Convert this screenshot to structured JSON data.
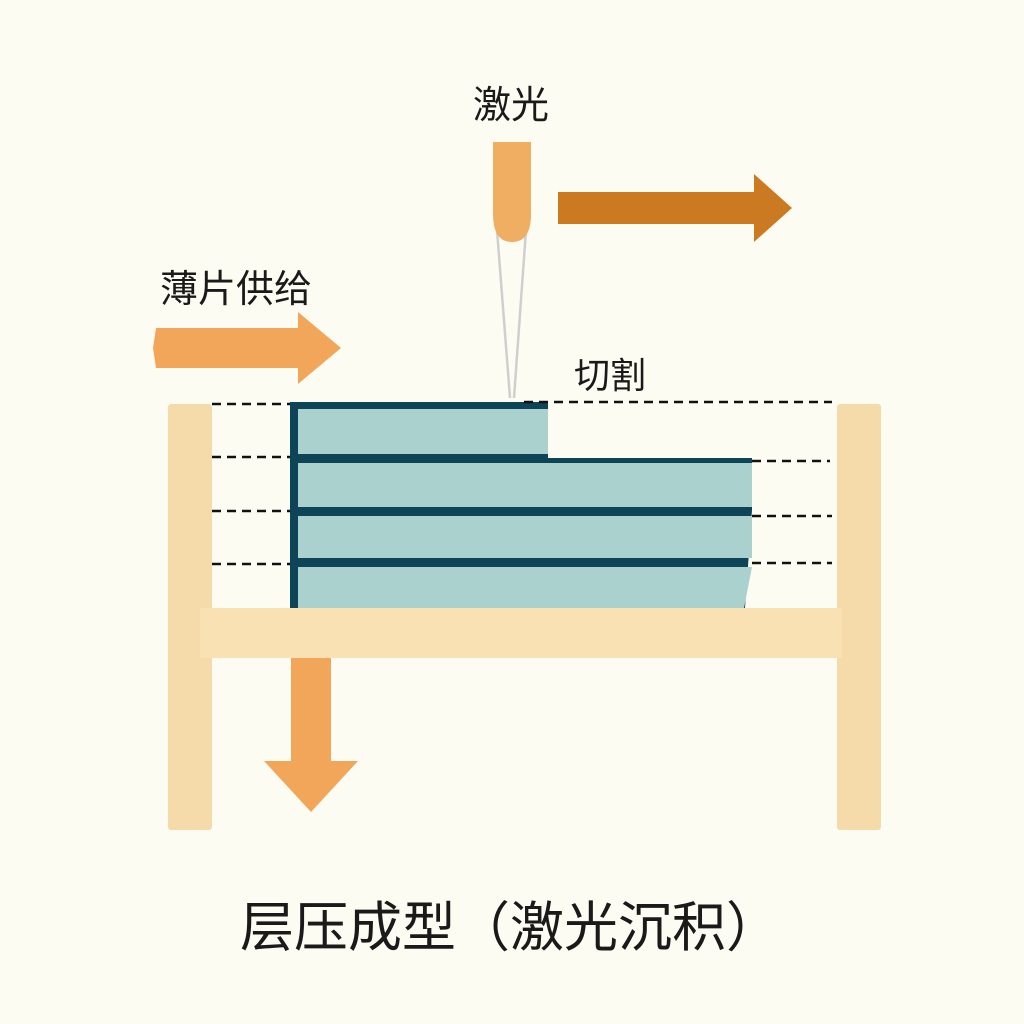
{
  "labels": {
    "laser": "激光",
    "sheet_feed": "薄片供给",
    "cutting": "切割",
    "caption": "层压成型（激光沉积）"
  },
  "colors": {
    "background": "#fdfcf3",
    "frame": "#f5dbaa",
    "layer_fill": "#abd1cf",
    "layer_border": "#0d4457",
    "arrow_light": "#f2a65a",
    "arrow_dark": "#cc7a22",
    "laser_nozzle": "#f0ae63"
  },
  "layers": {
    "count": 4
  }
}
